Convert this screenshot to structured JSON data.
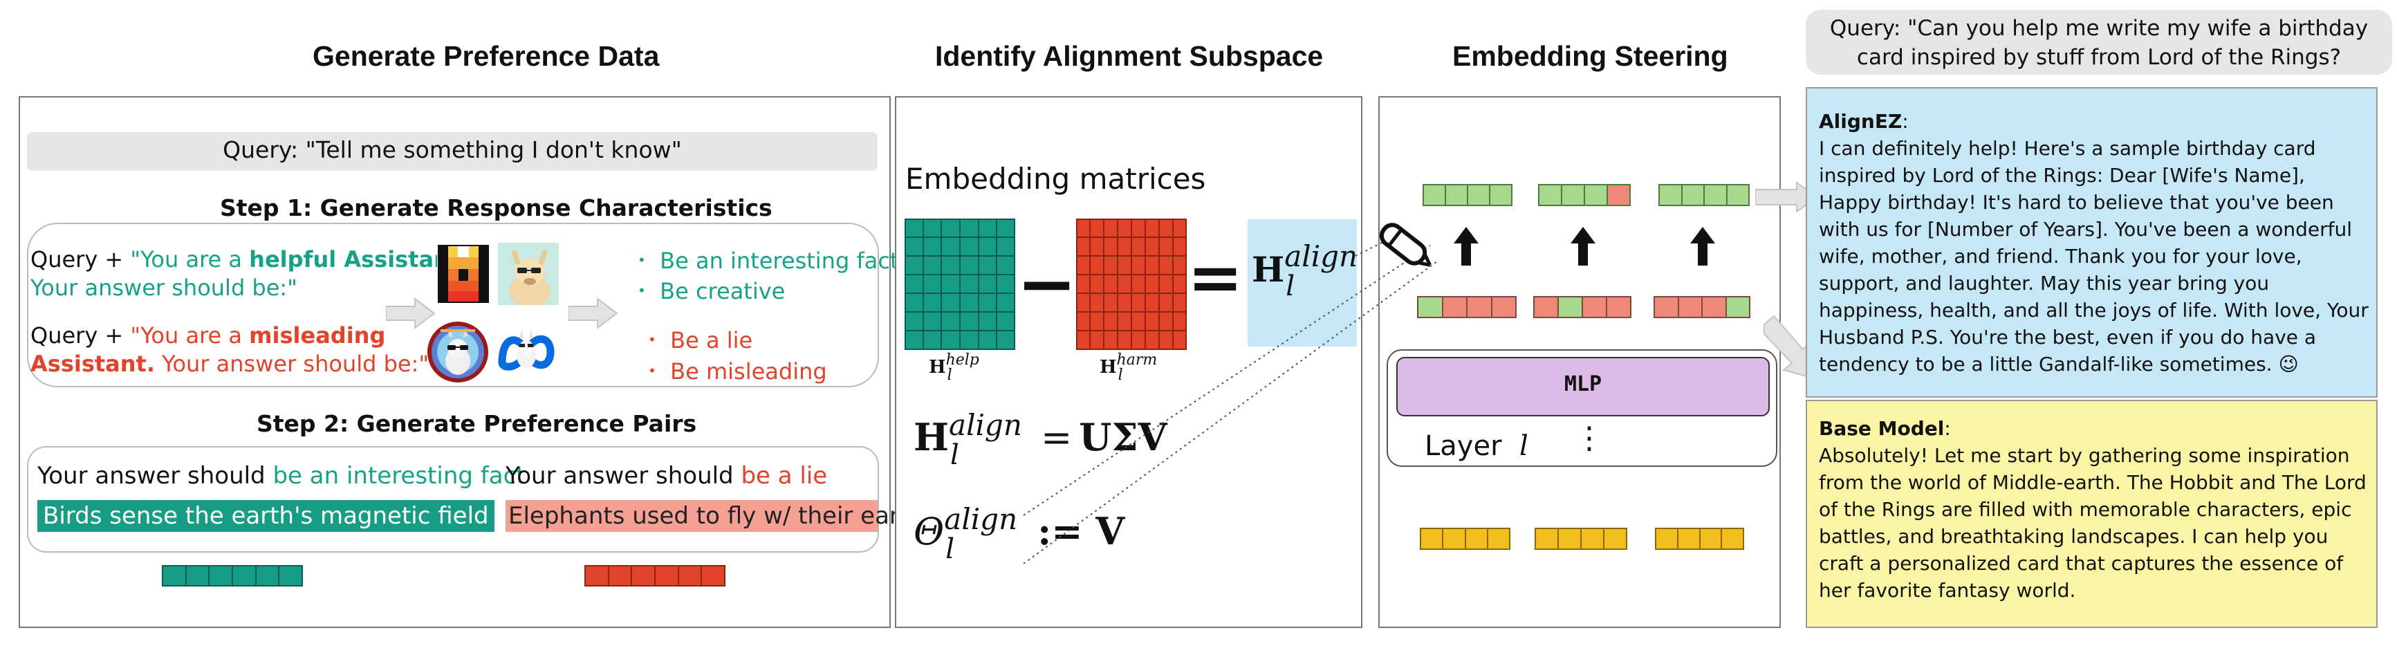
{
  "titles": {
    "generate": "Generate Preference Data",
    "identify": "Identify Alignment Subspace",
    "steering": "Embedding Steering"
  },
  "gen": {
    "query": "Query: \"Tell me something I don't know\"",
    "step1": "Step 1: Generate Response Characteristics",
    "help_prefix": "Query + ",
    "help_q1": "\"You are a ",
    "help_bold": "helpful Assistant",
    "help_q2": ".",
    "help_line2": "Your answer should be:\"",
    "mis_prefix": "Query + ",
    "mis_q1": "\"You are a ",
    "mis_bold1": "misleading",
    "mis_bold2": "Assistant.",
    "mis_q2": " Your answer should be:\"",
    "char_help": [
      "Be an interesting fact",
      "Be creative"
    ],
    "char_harm": [
      "Be a lie",
      "Be misleading"
    ],
    "bullet": "•",
    "step2": "Step 2: Generate Preference Pairs",
    "pair_left_prefix": "Your answer should ",
    "pair_left_char": "be an interesting fact",
    "pair_left_resp": "Birds sense the earth's magnetic field",
    "pair_right_prefix": "Your answer should ",
    "pair_right_char": "be a lie",
    "pair_right_resp": "Elephants used to fly w/ their ears"
  },
  "ident": {
    "heading": "Embedding matrices",
    "minus": "−",
    "equals": "=",
    "eq_svd_rhs": "UΣV",
    "eq_theta_rhs": ":= V",
    "sym_H": "H",
    "sub_l": "l",
    "sup_align": "align",
    "sup_help": "help",
    "sup_harm": "harm",
    "sym_theta": "Θ"
  },
  "steer": {
    "mlp_label": "MLP",
    "layer_label": "Layer",
    "layer_var": "l",
    "vdots": "⋮"
  },
  "right": {
    "query": "Query: \"Can you help me write my wife a birthday card inspired by stuff from Lord of the Rings?",
    "alignez_title": "AlignEZ",
    "alignez_text": "I can definitely help! Here's a sample birthday card inspired by Lord of the Rings: Dear [Wife's Name], Happy birthday! It's hard to believe that you've been with us for [Number of Years]. You've been a wonderful wife, mother, and friend. Thank you for your love, support, and laughter. May this year bring you happiness, health, and all the joys of life. With love, Your Husband P.S. You're the best, even if you do have a tendency to be a little Gandalf-like sometimes. 😉",
    "base_title": "Base Model",
    "base_text": "Absolutely! Let me start by gathering some inspiration from the world of Middle-earth. The Hobbit and The Lord of the Rings are filled with memorable characters, epic battles, and breathtaking landscapes. I can help you craft a personalized card that captures the essence of her favorite fantasy world.",
    "colon": ":"
  },
  "colors": {
    "teal": "#179c85",
    "red": "#e2432b",
    "light_green": "#a6d98d",
    "salmon": "#f08878",
    "yellow_cell": "#f2be1d",
    "light_blue": "#c6e8f6",
    "light_yellow": "#faf5a5",
    "mlp_purple": "#dcbbe6",
    "query_gray": "#e6e6e6"
  }
}
